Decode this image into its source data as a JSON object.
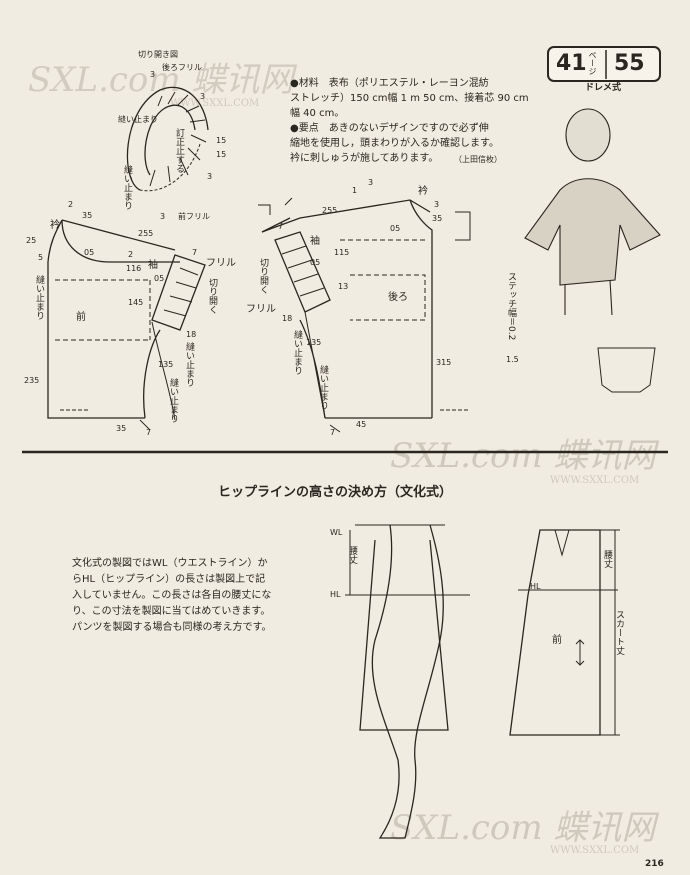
{
  "header_box": {
    "page_ref": "41",
    "page_label": "ページ",
    "item_no": "55",
    "style": "ドレメ式"
  },
  "materials": {
    "line1": "●材料　表布（ポリエステル・レーヨン混紡",
    "line2": "ストレッチ）150 cm幅 1 m 50 cm、接着芯 90 cm",
    "line3": "幅 40 cm。",
    "line4": "●要点　あきのないデザインですので必ず伸",
    "line5": "縮地を使用し，頭まわりが入るか確認します。",
    "line6": "衿に刺しゅうが施してあります。",
    "credit": "（上田信枚）"
  },
  "collar_diagram": {
    "title": "切り開き図",
    "back_frill": "後ろフリル",
    "front_frill": "前フリル",
    "sew_stop_top": "縫い止まり",
    "sew_stop_side": "縫い止まり",
    "gather_stop": "訂正止する",
    "nums": [
      "3",
      "3",
      "15",
      "15",
      "3",
      "3"
    ]
  },
  "front_pattern": {
    "collar": "衿",
    "sleeve": "袖",
    "frill": "フリル",
    "front": "前",
    "cut_open": "切り開く",
    "sew_stop": "縫い止まり",
    "sew_stop2": "縫い止まり",
    "sew_stop3": "縫い止まり",
    "nums": [
      "2",
      "35",
      "25",
      "5",
      "05",
      "255",
      "2",
      "116",
      "7",
      "05",
      "145",
      "18",
      "135",
      "235",
      "35",
      "7"
    ]
  },
  "back_pattern": {
    "collar": "衿",
    "sleeve": "袖",
    "frill": "フリル",
    "back": "後ろ",
    "cut_open": "切り開く",
    "sew_stop": "縫い止まり",
    "sew_stop2": "縫い止まり",
    "nums": [
      "1",
      "3",
      "255",
      "3",
      "35",
      "7",
      "05",
      "115",
      "05",
      "13",
      "18",
      "135",
      "315",
      "7",
      "45"
    ]
  },
  "stitch_note": "ステッチ幅＝0.2",
  "stitch_value": "1.5",
  "section_title": "ヒップラインの高さの決め方（文化式）",
  "body_text": [
    "文化式の製図ではWL（ウエストライン）か",
    "らHL（ヒップライン）の長さは製図上で記",
    "入していません。この長さは各自の腰丈にな",
    "り、この寸法を製図に当てはめていきます。",
    "パンツを製図する場合も同様の考え方です。"
  ],
  "skirt_diagram": {
    "wl": "WL",
    "hl": "HL",
    "hip_len": "腰丈",
    "hl2": "HL",
    "hip_len2": "腰丈",
    "skirt_len": "スカート丈",
    "front": "前"
  },
  "watermark": {
    "brand": "SXL.com 蝶讯网",
    "url": "WWW.SXXL.COM"
  },
  "page_number": "216"
}
